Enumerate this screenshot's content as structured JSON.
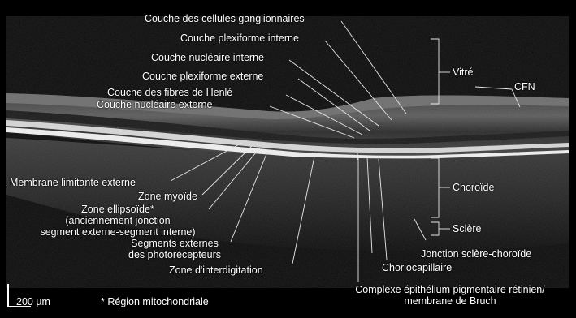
{
  "labels": {
    "gcl": "Couche des cellules ganglionnaires",
    "ipl": "Couche plexiforme interne",
    "inl": "Couche nucléaire interne",
    "opl": "Couche plexiforme externe",
    "henle": "Couche des fibres de Henlé",
    "onl": "Couche nucléaire externe",
    "vitreous": "Vitré",
    "rnfl": "CFN",
    "elm": "Membrane limitante externe",
    "myoid": "Zone myoïde",
    "ellipsoid_1": "Zone ellipsoïde*",
    "ellipsoid_2": "(anciennement jonction",
    "ellipsoid_3": "segment externe-segment interne)",
    "outer_segments_1": "Segments externes",
    "outer_segments_2": "des photorécepteurs",
    "interdigitation": "Zone d'interdigitation",
    "choroid": "Choroïde",
    "sclera": "Sclère",
    "cs_junction": "Jonction sclère-choroïde",
    "choriocapillaris": "Choriocapillaire",
    "rpe_1": "Complexe épithélium pigmentaire rétinien/",
    "rpe_2": "membrane de Bruch",
    "scale_bar": "200 µm",
    "footnote": "* Région mitochondriale"
  },
  "colors": {
    "background": "#000000",
    "text": "#ffffff",
    "leader": "#e8e8e8"
  }
}
